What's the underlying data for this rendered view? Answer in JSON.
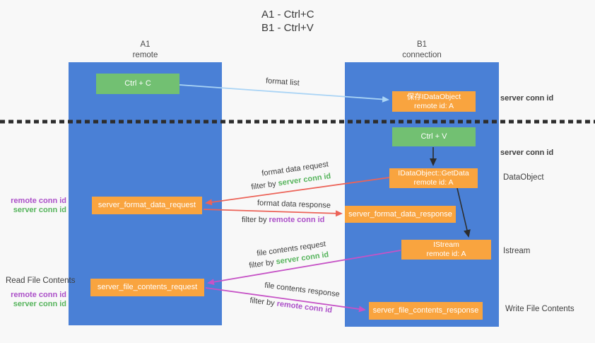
{
  "title": {
    "line1": "A1 - Ctrl+C",
    "line2": "B1 - Ctrl+V"
  },
  "columns": {
    "left": {
      "name": "A1",
      "role": "remote"
    },
    "right": {
      "name": "B1",
      "role": "connection"
    }
  },
  "nodes": {
    "ctrl_c": {
      "label": "Ctrl + C"
    },
    "save_dataobject": {
      "line1": "保存IDataObject",
      "line2": "remote id: A"
    },
    "ctrl_v": {
      "label": "Ctrl + V"
    },
    "getdata": {
      "line1": "IDataObject::GetData",
      "line2": "remote id: A"
    },
    "istream": {
      "line1": "IStream",
      "line2": "remote id: A"
    },
    "format_request": {
      "label": "server_format_data_request"
    },
    "format_response": {
      "label": "server_format_data_response"
    },
    "file_request": {
      "label": "server_file_contents_request"
    },
    "file_response": {
      "label": "server_file_contents_response"
    }
  },
  "flow_labels": {
    "format_list": "format list",
    "format_data_request": "format data request",
    "format_data_response": "format data response",
    "file_contents_request": "file contents request",
    "file_contents_response": "file contents response",
    "filter_by": "filter by",
    "server_conn_id": "server conn id",
    "remote_conn_id": "remote conn id"
  },
  "side_labels": {
    "server_conn_id_top": "server conn id",
    "server_conn_id_mid": "server conn id",
    "dataobject": "DataObject",
    "istream": "Istream",
    "write_file_contents": "Write File Contents",
    "read_file_contents": "Read File Contents",
    "remote_conn_id": "remote conn id",
    "server_conn_id": "server conn id"
  },
  "colors": {
    "column_blue": "#4a80d6",
    "node_green": "#72c072",
    "node_orange": "#f9a43f",
    "id_green": "#56b45c",
    "id_purple": "#ab4fc8",
    "arrow_red": "#ec6358",
    "arrow_magenta": "#c653c6",
    "arrow_blue": "#aad4f5",
    "arrow_black": "#2d2d2d"
  }
}
